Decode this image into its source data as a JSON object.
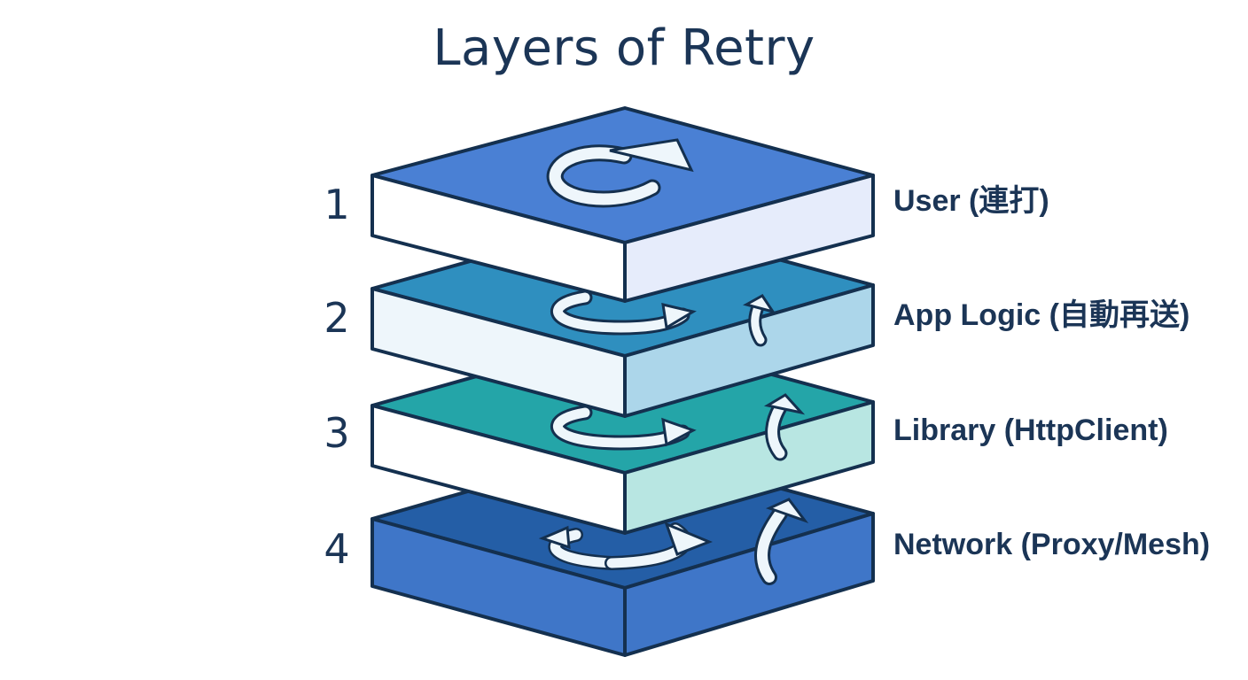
{
  "title": "Layers of Retry",
  "layers": [
    {
      "number": "1",
      "label": "User (連打)",
      "top_color": "#4a80d4",
      "left_color": "#ffffff",
      "right_color": "#e6ecfb"
    },
    {
      "number": "2",
      "label": "App Logic (自動再送)",
      "top_color": "#2f8fbf",
      "left_color": "#eef6fb",
      "right_color": "#acd6ea"
    },
    {
      "number": "3",
      "label": "Library (HttpClient)",
      "top_color": "#24a5a8",
      "left_color": "#ffffff",
      "right_color": "#b8e6e2"
    },
    {
      "number": "4",
      "label": "Network (Proxy/Mesh)",
      "top_color": "#245ea6",
      "left_color": "#3f76c8",
      "right_color": "#3f76c8"
    }
  ],
  "colors": {
    "outline": "#14304f",
    "text": "#1b3556",
    "arrow_fill": "#eef6fb"
  }
}
